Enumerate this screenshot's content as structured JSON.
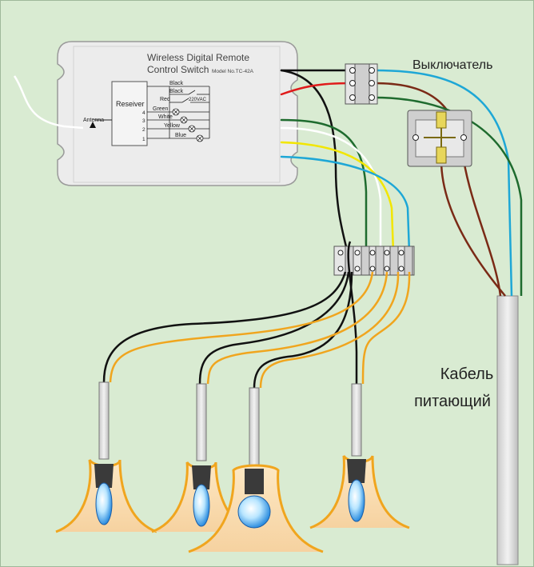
{
  "controller": {
    "title_line1": "Wireless Digital  Remote",
    "title_line2": "Control  Switch",
    "model": "Model No.TC-42A",
    "receiver_label": "Reseiver",
    "antenna_label": "Antenna",
    "voltage_label": "220VAC",
    "wire_labels": [
      "Black",
      "Black",
      "Red",
      "Green",
      "White",
      "Yellow",
      "Blue"
    ],
    "channel_numbers": [
      "4",
      "3",
      "2",
      "1"
    ]
  },
  "switch": {
    "label": "Выключатель"
  },
  "cable": {
    "label_line1": "Кабель",
    "label_line2": "питающий"
  },
  "colors": {
    "background": "#d9ebd2",
    "box": "#ececec",
    "black": "#111111",
    "red": "#e01b1b",
    "brown": "#7a2a16",
    "green": "#1e6b2e",
    "white": "#ffffff",
    "yellow": "#f2e600",
    "blue": "#1ea7d6",
    "orange": "#f0a51e",
    "shade_glow": "#f8d9a8"
  },
  "lamps": [
    {
      "name": "lamp-1"
    },
    {
      "name": "lamp-2"
    },
    {
      "name": "lamp-3"
    },
    {
      "name": "lamp-4"
    }
  ]
}
